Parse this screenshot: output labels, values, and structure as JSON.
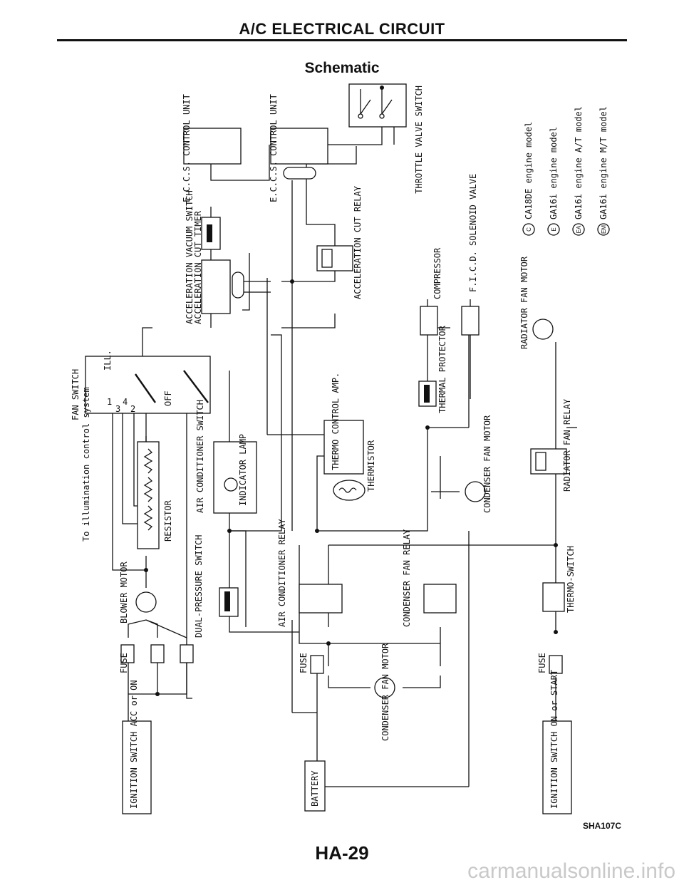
{
  "page": {
    "title": "A/C ELECTRICAL CIRCUIT",
    "subtitle": "Schematic",
    "figure_code": "SHA107C",
    "page_number": "HA-29",
    "watermark": "carmanualsonline.info"
  },
  "legend": [
    {
      "code": "C",
      "text": "CA18DE engine model"
    },
    {
      "code": "E",
      "text": "GA16i engine model"
    },
    {
      "code": "EA",
      "text": "GA16i engine A/T model"
    },
    {
      "code": "EM",
      "text": "GA16i engine M/T model"
    }
  ],
  "components": {
    "throttle_valve_switch": "THROTTLE VALVE SWITCH",
    "eccs_1": "E.C.C.S. CONTROL UNIT",
    "eccs_2": "E.C.C.S. CONTROL UNIT",
    "vacuum_switch": "ACCELERATION VACUUM SWITCH",
    "accel_cut_timer": "ACCELERATION CUT TIMER",
    "accel_cut_relay": "ACCELERATION CUT RELAY",
    "compressor": "COMPRESSOR",
    "ficd_valve": "F.I.C.D. SOLENOID VALVE",
    "radiator_fan_motor": "RADIATOR FAN MOTOR",
    "fan_switch": "FAN SWITCH",
    "ill": "ILL.",
    "off": "OFF",
    "illumination": "To illumination control system",
    "thermal_protector": "THERMAL PROTECTOR",
    "thermo_amp": "THERMO CONTROL AMP.",
    "thermistor": "THERMISTOR",
    "radiator_fan_relay": "RADIATOR FAN RELAY",
    "resistor": "RESISTOR",
    "ac_switch": "AIR CONDITIONER SWITCH",
    "indicator_lamp": "INDICATOR LAMP",
    "condenser_fan_motor_upper": "CONDENSER FAN MOTOR",
    "blower_motor": "BLOWER MOTOR",
    "dual_pressure_switch": "DUAL-PRESSURE SWITCH",
    "ac_relay": "AIR CONDITIONER RELAY",
    "condenser_fan_relay": "CONDENSER FAN RELAY",
    "thermo_switch": "THERMO-SWITCH",
    "fuse": "FUSE",
    "condenser_fan_motor_lower": "CONDENSER FAN MOTOR",
    "ignition_acc": "IGNITION SWITCH ACC or ON",
    "battery": "BATTERY",
    "ignition_start": "IGNITION SWITCH ON or START"
  },
  "positions": {
    "s1": "1",
    "s2": "2",
    "s3": "3",
    "s4": "4"
  }
}
